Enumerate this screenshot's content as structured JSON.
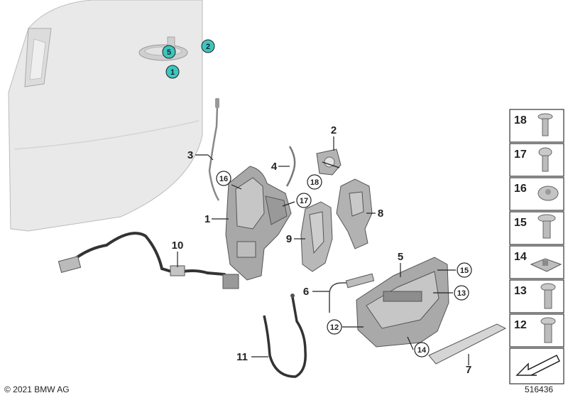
{
  "copyright": "© 2021 BMW AG",
  "diagram_id": "516436",
  "colors": {
    "highlight": "#3cc6c0",
    "part_gray": "#b9b9b9",
    "door": "#e8e8e8"
  },
  "callouts": [
    {
      "id": "1",
      "style": "highlight"
    },
    {
      "id": "5",
      "style": "highlight"
    },
    {
      "id": "2",
      "style": "highlight"
    },
    {
      "id": "2",
      "style": "plain"
    },
    {
      "id": "3",
      "style": "plain"
    },
    {
      "id": "4",
      "style": "plain"
    },
    {
      "id": "16",
      "style": "circle"
    },
    {
      "id": "17",
      "style": "circle"
    },
    {
      "id": "18",
      "style": "circle"
    },
    {
      "id": "1",
      "style": "plain"
    },
    {
      "id": "8",
      "style": "plain"
    },
    {
      "id": "9",
      "style": "plain"
    },
    {
      "id": "10",
      "style": "plain"
    },
    {
      "id": "5",
      "style": "plain"
    },
    {
      "id": "15",
      "style": "circle"
    },
    {
      "id": "6",
      "style": "plain"
    },
    {
      "id": "13",
      "style": "circle"
    },
    {
      "id": "12",
      "style": "circle"
    },
    {
      "id": "14",
      "style": "circle"
    },
    {
      "id": "11",
      "style": "plain"
    },
    {
      "id": "7",
      "style": "plain"
    }
  ],
  "legend": [
    {
      "id": "18",
      "icon": "flat-head-screw-icon"
    },
    {
      "id": "17",
      "icon": "round-head-screw-icon"
    },
    {
      "id": "16",
      "icon": "cap-nut-icon"
    },
    {
      "id": "15",
      "icon": "collar-screw-icon"
    },
    {
      "id": "14",
      "icon": "clip-nut-icon"
    },
    {
      "id": "13",
      "icon": "hex-collar-screw-icon"
    },
    {
      "id": "12",
      "icon": "pan-head-screw-icon"
    },
    {
      "id": "",
      "icon": "arrow-icon"
    }
  ]
}
